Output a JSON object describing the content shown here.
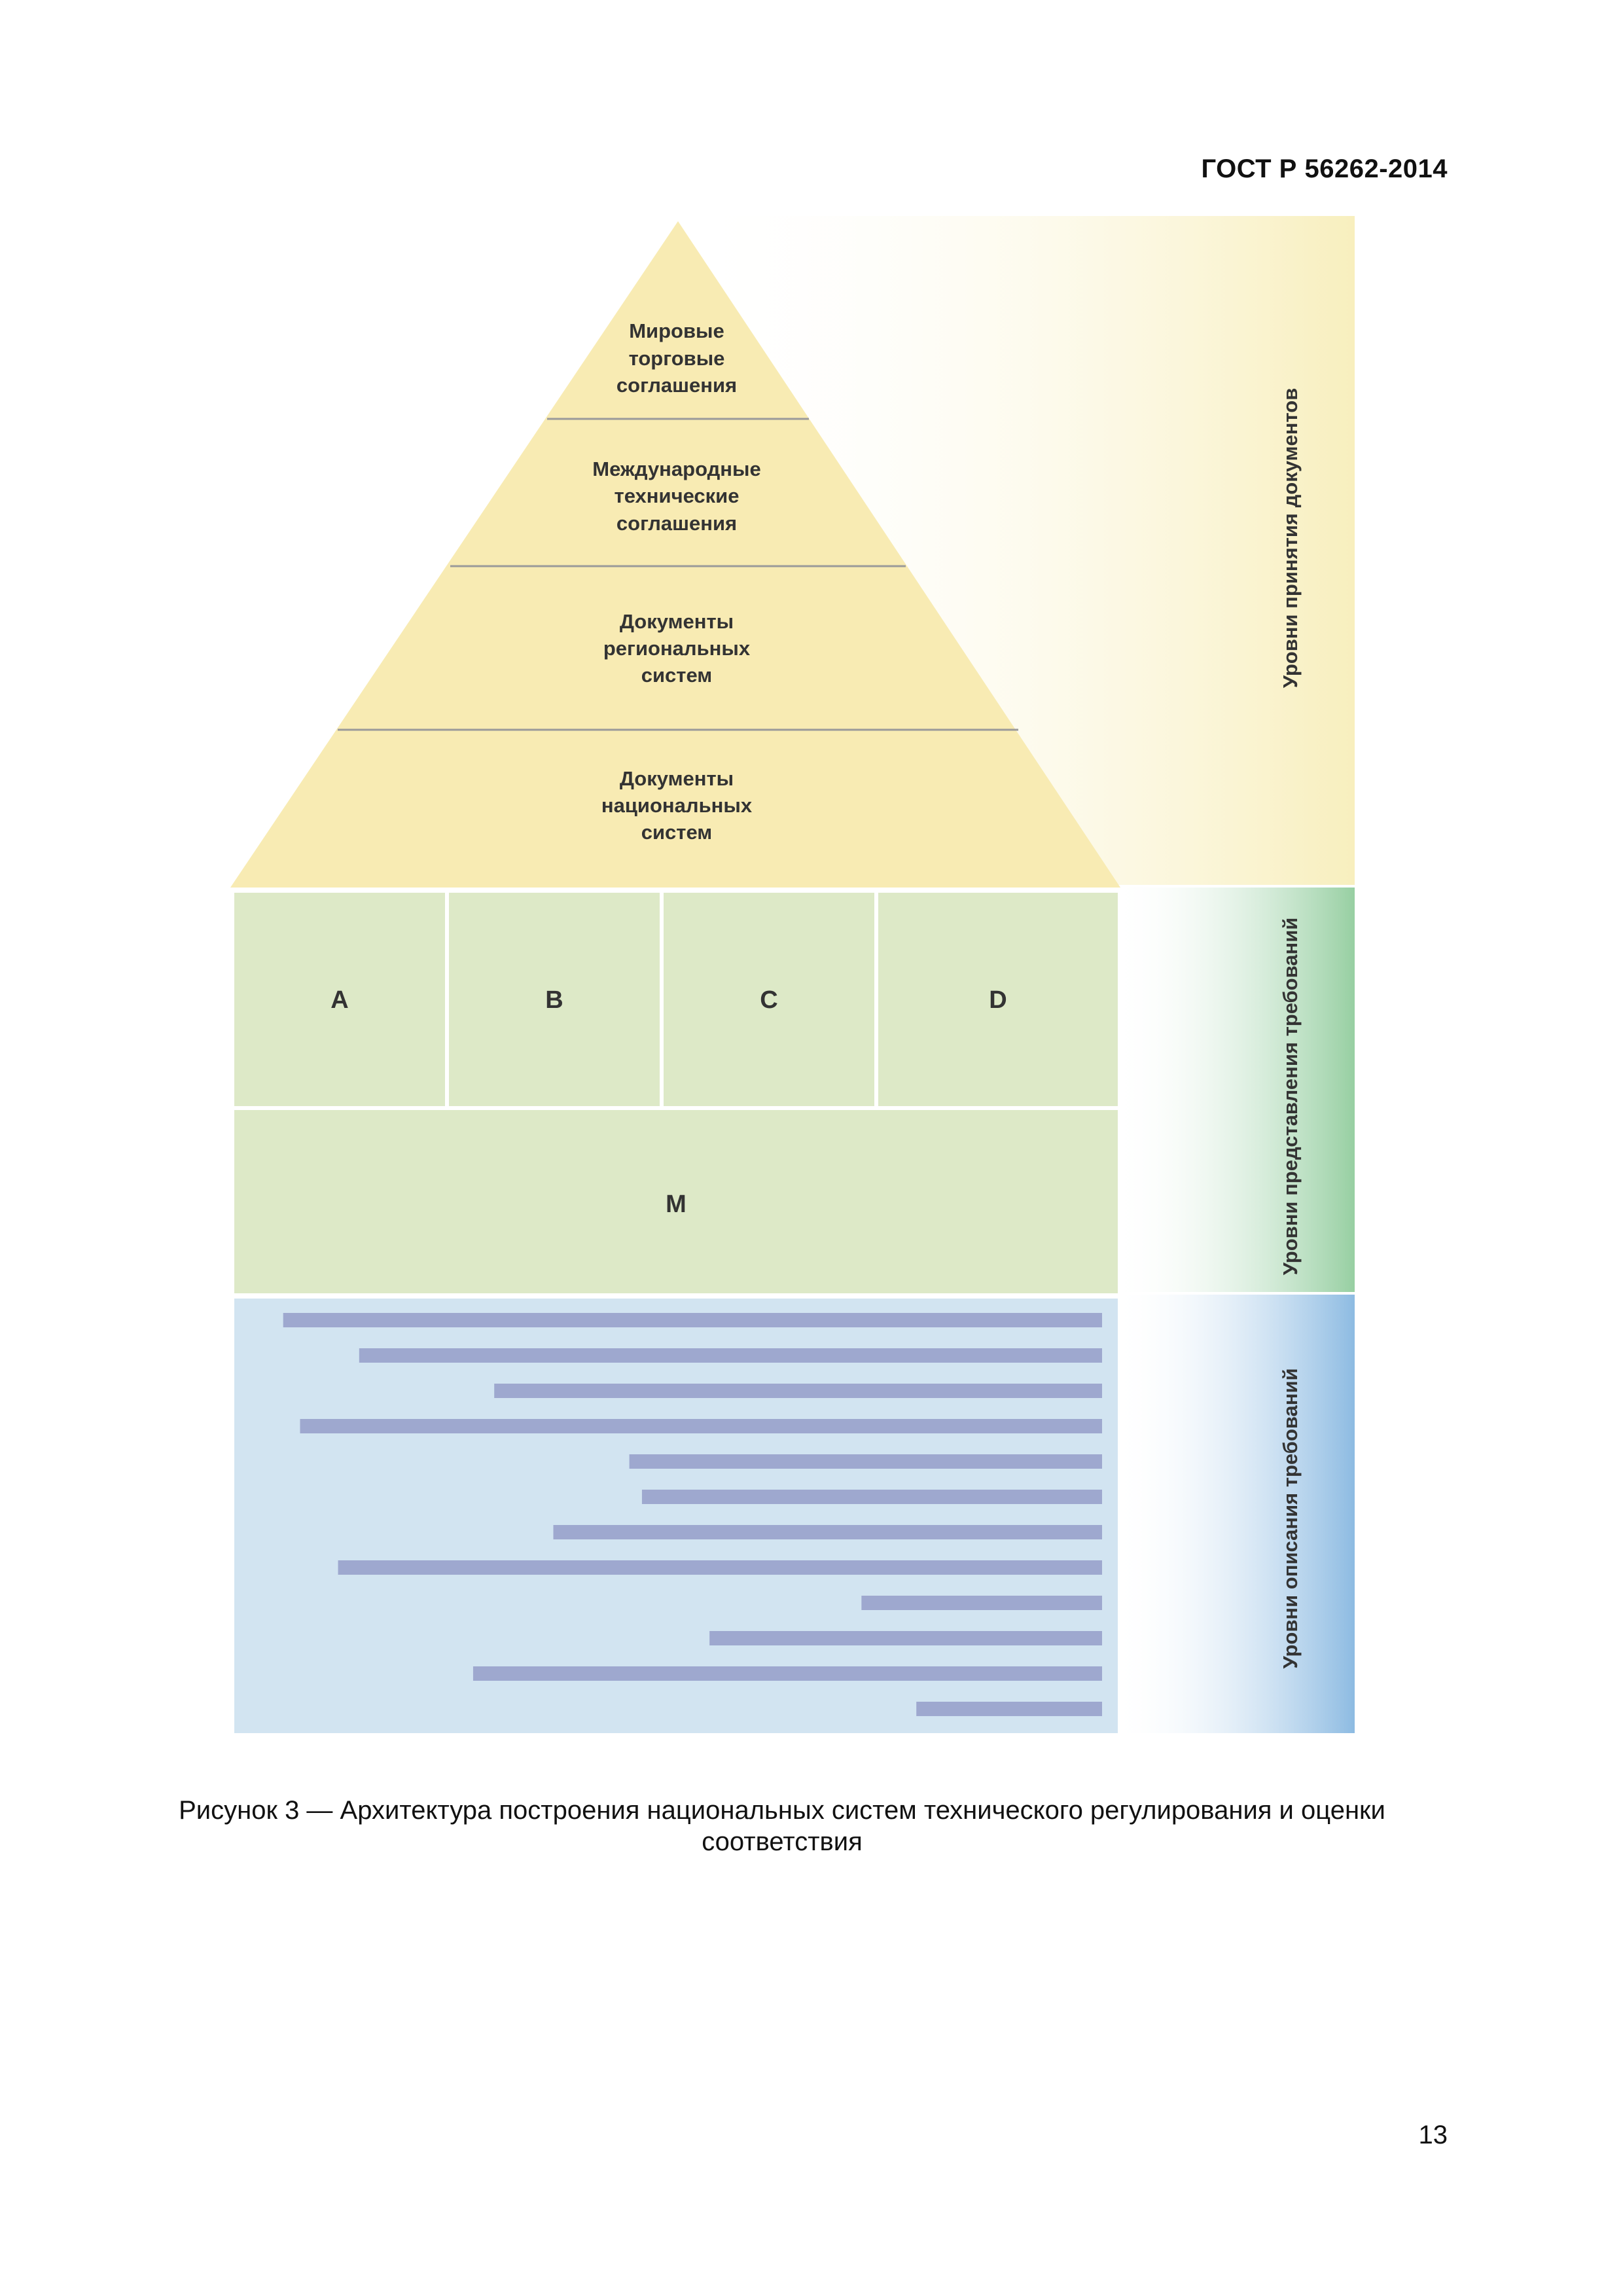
{
  "header": {
    "doc_code": "ГОСТ Р 56262-2014"
  },
  "figure": {
    "pyramid_tiers": [
      {
        "lines": [
          "Мировые",
          "торговые",
          "соглашения"
        ]
      },
      {
        "lines": [
          "Международные",
          "технические",
          "соглашения"
        ]
      },
      {
        "lines": [
          "Документы",
          "региональных",
          "систем"
        ]
      },
      {
        "lines": [
          "Документы",
          "национальных",
          "систем"
        ]
      }
    ],
    "boxes": [
      "A",
      "B",
      "C",
      "D"
    ],
    "base_box": "M",
    "side_labels": {
      "adoption": "Уровни принятия документов",
      "presentation": "Уровни представления требований",
      "description": "Уровни описания требований"
    },
    "requirement_bars": [
      0.97,
      0.88,
      0.72,
      0.95,
      0.56,
      0.545,
      0.65,
      0.905,
      0.285,
      0.465,
      0.745,
      0.22
    ],
    "colors": {
      "pyramid": "#f8ebb3",
      "boxes": "#dde9c7",
      "description_panel": "#d2e4f1",
      "bars": "#9ea8cf",
      "band_yellow": "#f8efbe",
      "band_green": "#97cfa2",
      "band_blue": "#8dbbe2"
    }
  },
  "caption": {
    "line1": "Рисунок 3 — Архитектура построения национальных систем технического регулирования и оценки",
    "line2": "соответствия"
  },
  "page_number": "13"
}
